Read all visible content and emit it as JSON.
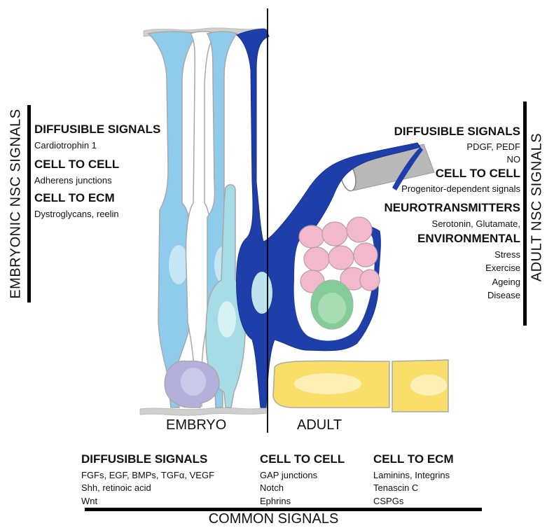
{
  "left_panel": {
    "title": "EMBRYONIC NSC SIGNALS",
    "sections": [
      {
        "heading": "DIFFUSIBLE SIGNALS",
        "items": [
          "Cardiotrophin 1"
        ]
      },
      {
        "heading": "CELL TO CELL",
        "items": [
          "Adherens junctions"
        ]
      },
      {
        "heading": "CELL TO ECM",
        "items": [
          "Dystroglycans, reelin"
        ]
      }
    ]
  },
  "right_panel": {
    "title": "ADULT NSC SIGNALS",
    "sections": [
      {
        "heading": "DIFFUSIBLE SIGNALS",
        "items": [
          "PDGF, PEDF",
          "NO"
        ]
      },
      {
        "heading": "CELL TO CELL",
        "items": [
          "Progenitor-dependent signals"
        ]
      },
      {
        "heading": "NEUROTRANSMITTERS",
        "items": [
          "Serotonin, Glutamate,"
        ]
      },
      {
        "heading": "ENVIRONMENTAL",
        "items": [
          "Stress",
          "Exercise",
          "Ageing",
          "Disease"
        ]
      }
    ]
  },
  "center": {
    "embryo_label": "EMBRYO",
    "adult_label": "ADULT"
  },
  "bottom_panel": {
    "title": "COMMON SIGNALS",
    "columns": [
      {
        "heading": "DIFFUSIBLE SIGNALS",
        "items": [
          "FGFs, EGF, BMPs, TGFα, VEGF",
          "Shh, retinoic acid",
          "Wnt"
        ]
      },
      {
        "heading": "CELL TO CELL",
        "items": [
          "GAP junctions",
          "Notch",
          "Ephrins"
        ]
      },
      {
        "heading": "CELL TO ECM",
        "items": [
          "Laminins, Integrins",
          "Tenascin C",
          "CSPGs"
        ]
      }
    ]
  },
  "colors": {
    "radial_glia_light": "#8fcbea",
    "radial_glia_cyan": "#a5dce6",
    "adult_nsc": "#1e3faa",
    "progenitor_pink": "#f2b8cc",
    "progenitor_green": "#86cc98",
    "endothelial_yellow": "#f9de6a",
    "basal_progenitor": "#b3b1dc",
    "vessel_grey": "#b9b9b9"
  }
}
